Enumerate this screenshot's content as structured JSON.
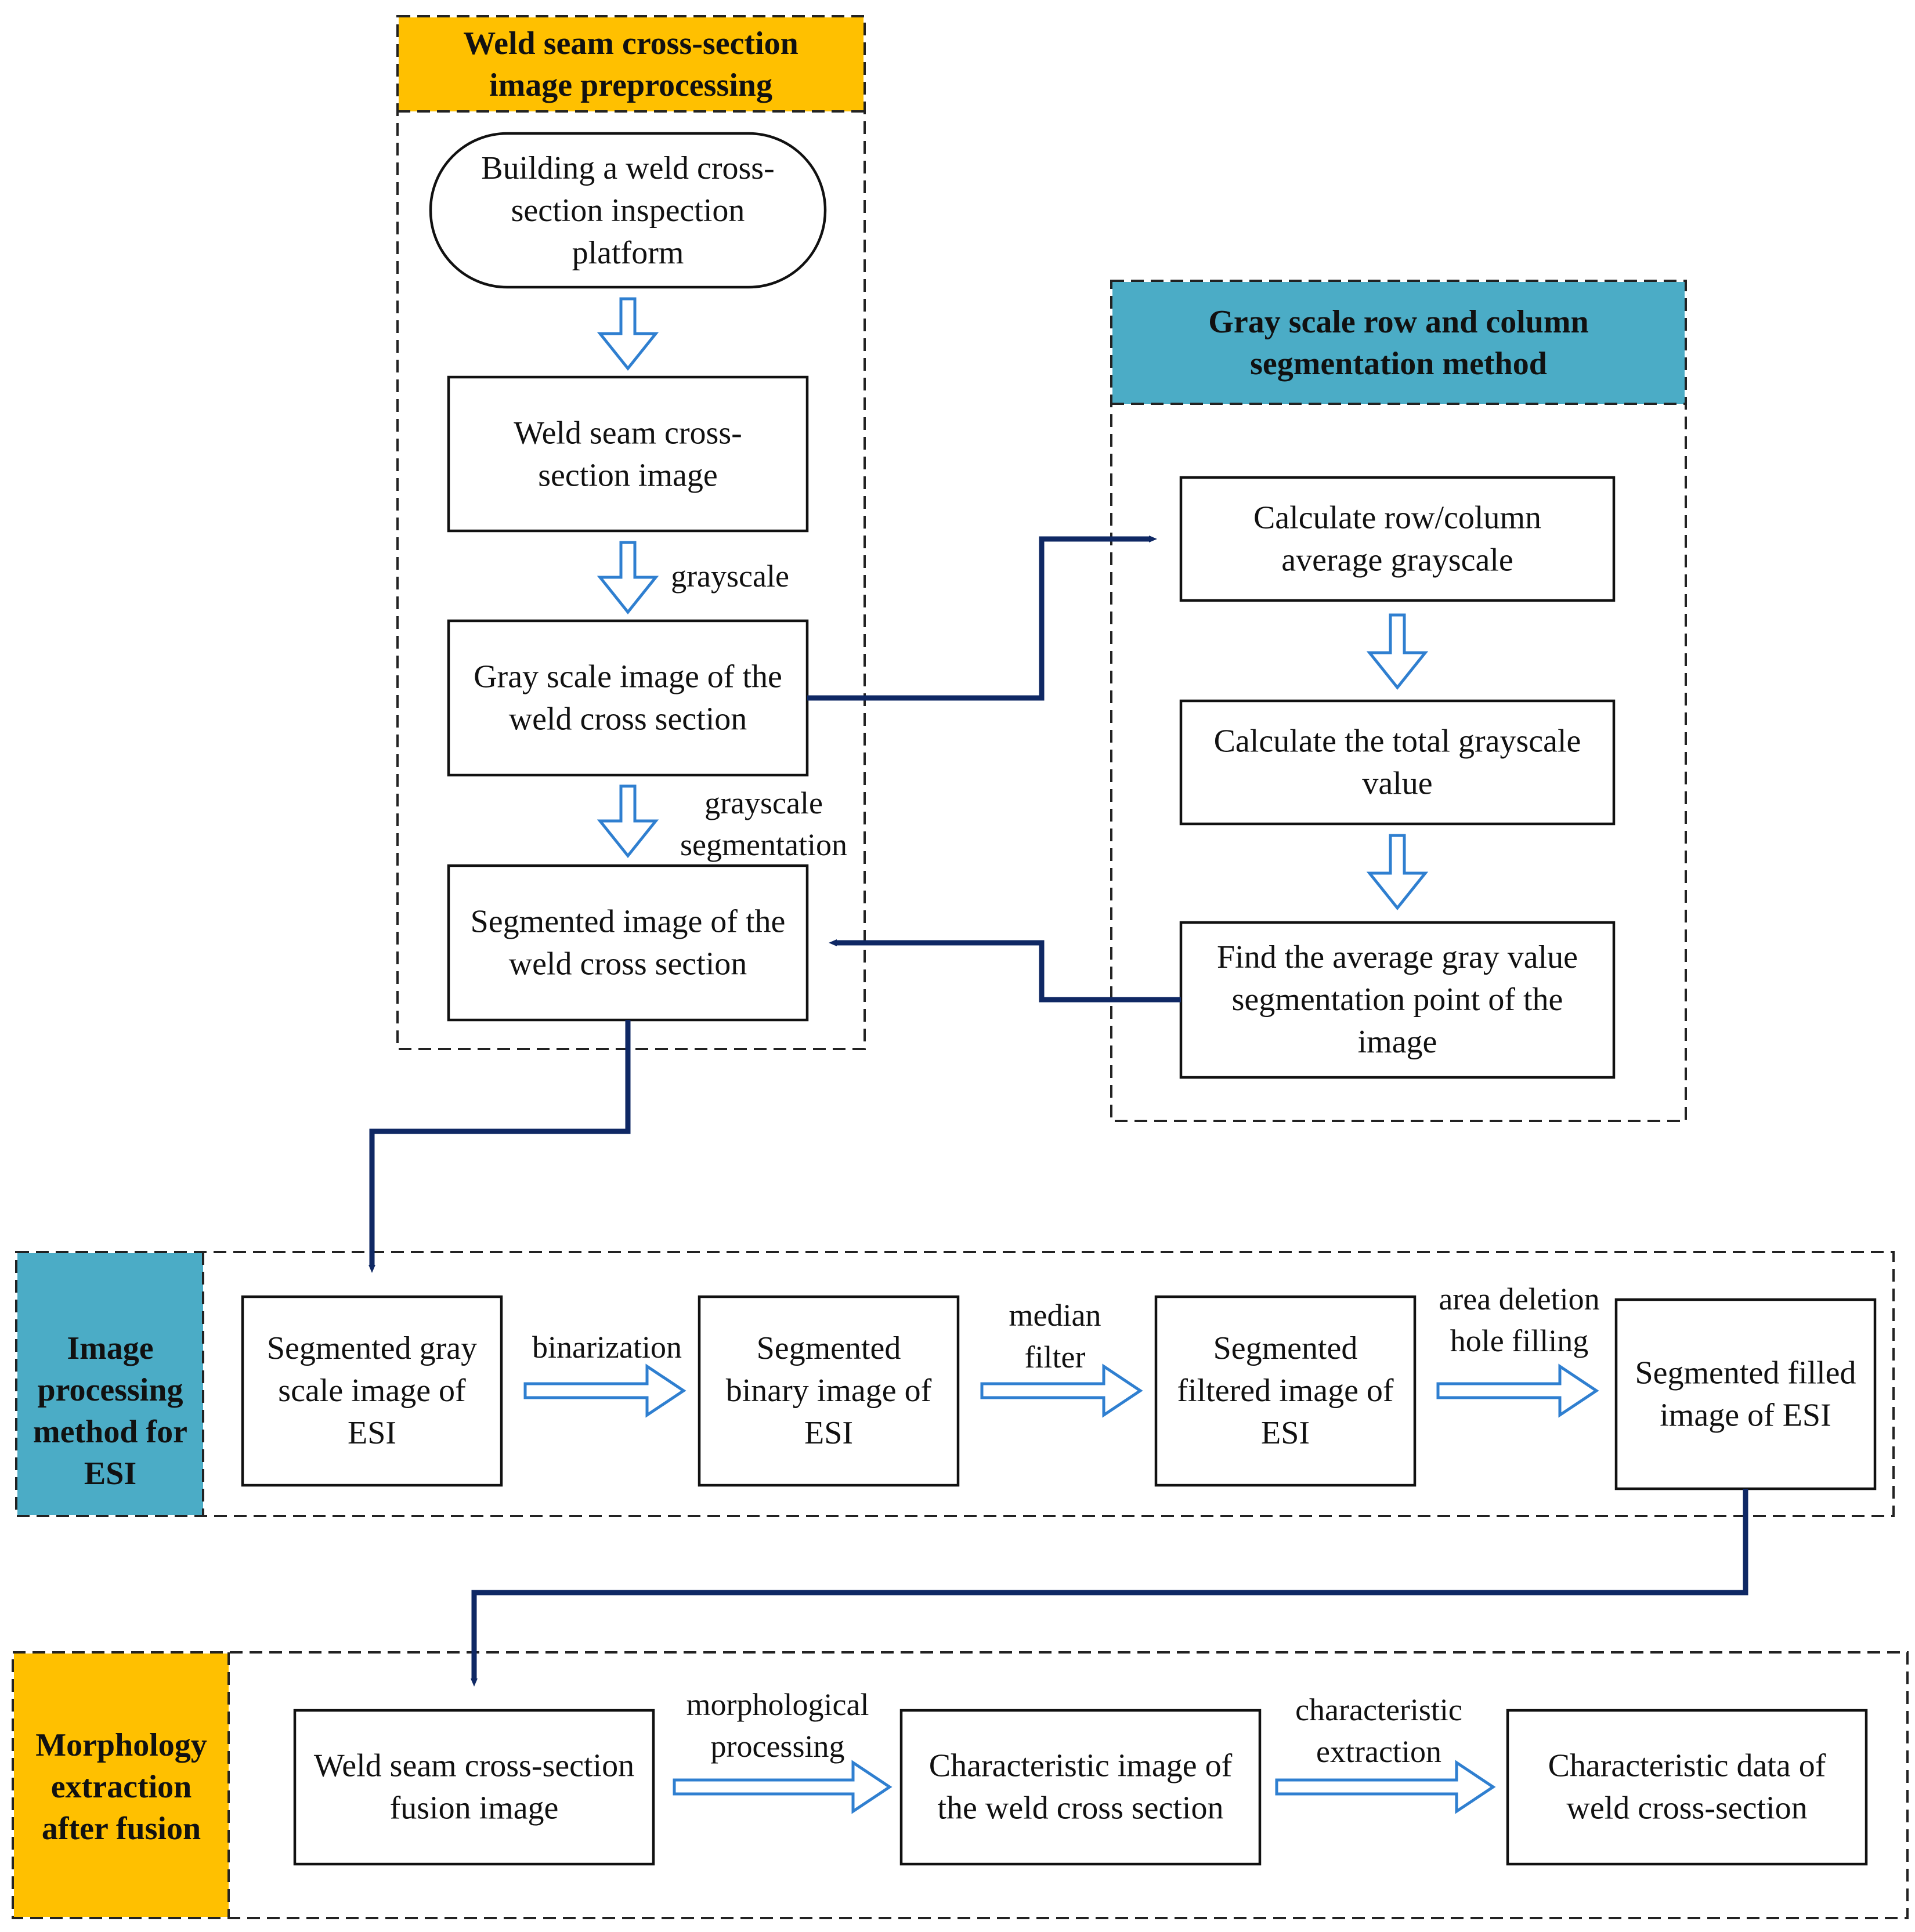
{
  "colors": {
    "header_yellow": "#FFC000",
    "header_blue": "#4BACC6",
    "connector_navy": "#0F2864",
    "hollow_arrow_blue": "#2F7FD0"
  },
  "sections": {
    "preprocessing": {
      "title": [
        "Weld seam cross-section",
        "image preprocessing"
      ]
    },
    "gray_segmentation": {
      "title": [
        "Gray scale row and column",
        "segmentation method"
      ]
    },
    "esi_processing": {
      "title": [
        "Image",
        "processing",
        "method for",
        "ESI"
      ]
    },
    "morphology": {
      "title": [
        "Morphology",
        "extraction",
        "after fusion"
      ]
    }
  },
  "nodes": {
    "platform": [
      "Building a weld cross-",
      "section inspection",
      "platform"
    ],
    "cross_section_image": [
      "Weld seam cross-",
      "section image"
    ],
    "gray_image": [
      "Gray scale image of the",
      "weld cross section"
    ],
    "segmented_image": [
      "Segmented image of the",
      "weld cross section"
    ],
    "row_col_avg": [
      "Calculate row/column",
      "average grayscale"
    ],
    "total_gray": [
      "Calculate the total grayscale",
      "value"
    ],
    "seg_point": [
      "Find the average gray value",
      "segmentation point of the",
      "image"
    ],
    "seg_gray_esi": [
      "Segmented gray",
      "scale image of",
      "ESI"
    ],
    "seg_binary_esi": [
      "Segmented",
      "binary image of",
      "ESI"
    ],
    "seg_filtered_esi": [
      "Segmented",
      "filtered image of",
      "ESI"
    ],
    "seg_filled_esi": [
      "Segmented filled",
      "image of ESI"
    ],
    "fusion_image": [
      "Weld seam cross-section",
      "fusion image"
    ],
    "char_image": [
      "Characteristic image of",
      "the weld cross section"
    ],
    "char_data": [
      "Characteristic data of",
      "weld cross-section"
    ]
  },
  "edge_labels": {
    "grayscale": [
      "grayscale"
    ],
    "grayscale_segmentation": [
      "grayscale",
      "segmentation"
    ],
    "binarization": [
      "binarization"
    ],
    "median_filter": [
      "median",
      "filter"
    ],
    "area_deletion": [
      "area deletion",
      "hole filling"
    ],
    "morphological": [
      "morphological",
      "processing"
    ],
    "characteristic_extraction": [
      "characteristic",
      "extraction"
    ]
  }
}
